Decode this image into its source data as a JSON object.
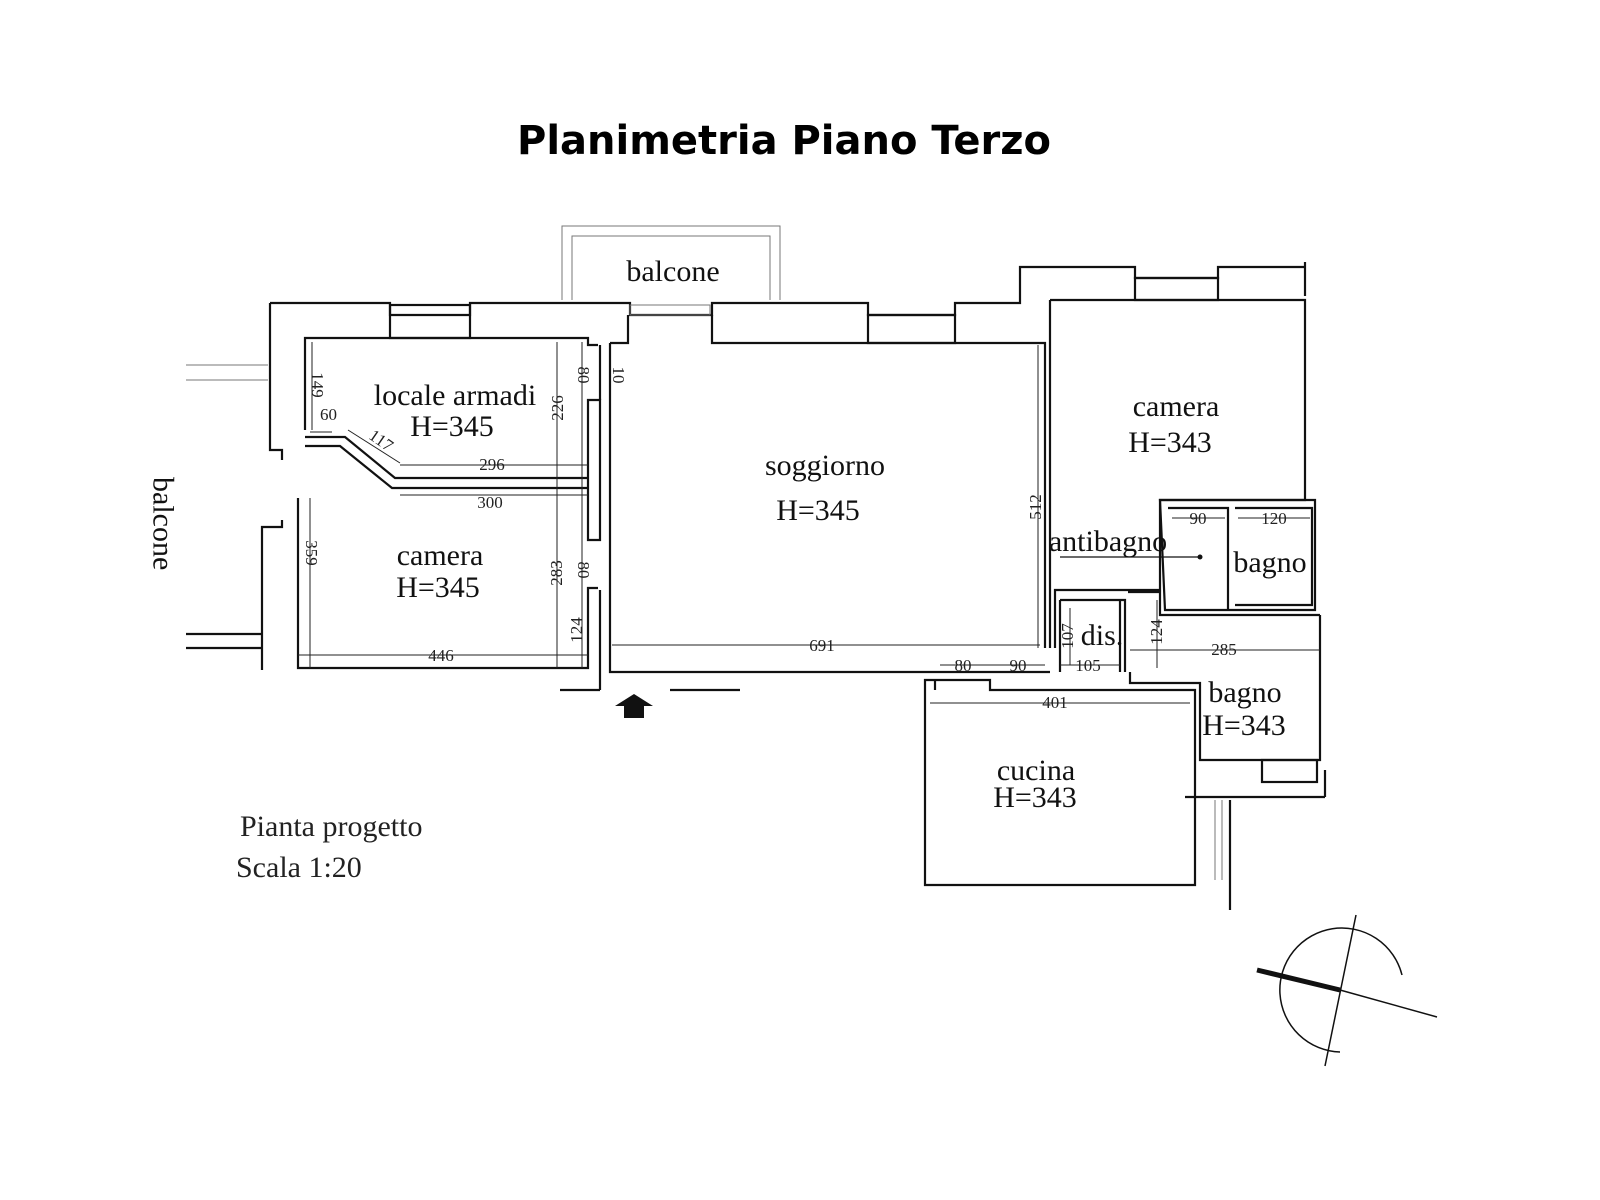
{
  "title": "Planimetria Piano Terzo",
  "rooms": {
    "balcone_top": "balcone",
    "balcone_left": "balcone",
    "locale_armadi": "locale armadi",
    "locale_armadi_h": "H=345",
    "camera_left": "camera",
    "camera_left_h": "H=345",
    "soggiorno": "soggiorno",
    "soggiorno_h": "H=345",
    "camera_right": "camera",
    "camera_right_h": "H=343",
    "antibagno": "antibagno",
    "bagno_small": "bagno",
    "dis": "dis.",
    "bagno": "bagno",
    "bagno_h": "H=343",
    "cucina": "cucina",
    "cucina_h": "H=343"
  },
  "dimensions": {
    "d149": "149",
    "d60": "60",
    "d117": "117",
    "d296": "296",
    "d300": "300",
    "d226": "226",
    "d80a": "80",
    "d10": "10",
    "d359": "359",
    "d283": "283",
    "d80b": "80",
    "d124a": "124",
    "d446": "446",
    "d691": "691",
    "d512": "512",
    "d80c": "80",
    "d90a": "90",
    "d105": "105",
    "d107": "107",
    "d124b": "124",
    "d285": "285",
    "d90b": "90",
    "d120": "120",
    "d401": "401"
  },
  "notes": {
    "line1": "Pianta progetto",
    "line2": "Scala 1:20"
  }
}
